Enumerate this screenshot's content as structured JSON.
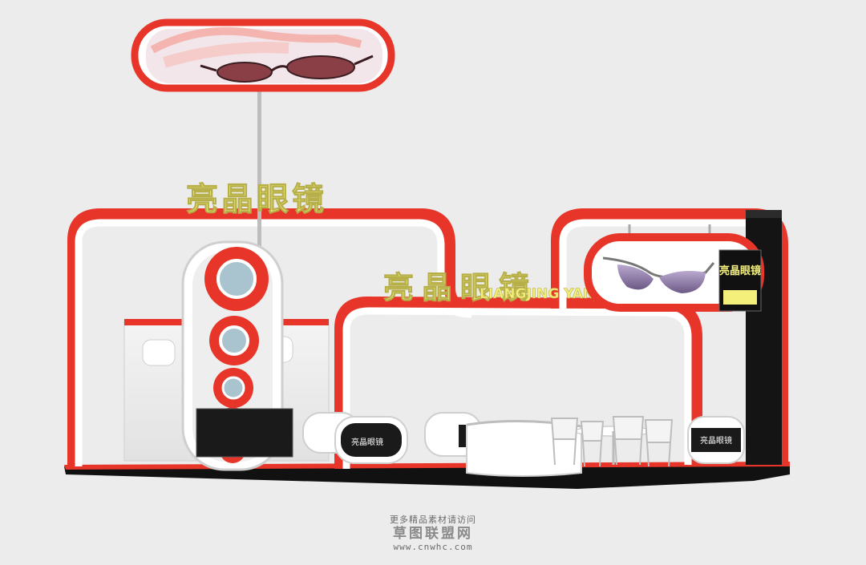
{
  "booth": {
    "brand_cn": "亮晶眼镜",
    "brand_pinyin": "LIANGJING YANJING",
    "counter_sign_cn": "亮晶眼镜",
    "colors": {
      "accent_red": "#e8352a",
      "panel_white": "#ffffff",
      "floor_black": "#111111",
      "background": "#ececec",
      "sign_yellow": "#f3ef7a",
      "lens_blue": "#a9c3cf"
    },
    "icons": [
      "sunglasses-icon",
      "glasses-icon",
      "chair-icon"
    ]
  },
  "watermark": {
    "line1": "更多精品素材请访问",
    "line2": "草图联盟网",
    "line3": "www.cnwhc.com"
  }
}
